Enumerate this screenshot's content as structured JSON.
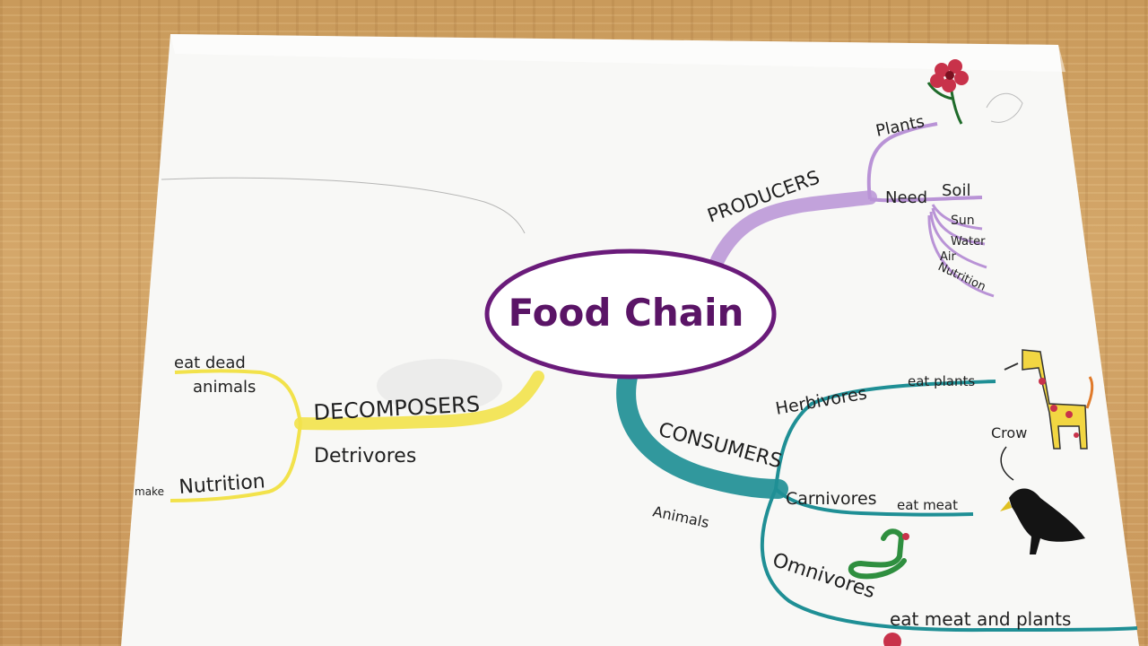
{
  "mindmap": {
    "center": "Food Chain",
    "producers": {
      "label": "PRODUCERS",
      "plants": "Plants",
      "need": "Need",
      "soil": "Soil",
      "sun": "Sun",
      "water": "Water",
      "air": "Air",
      "nutrition": "Nutrition"
    },
    "decomposers": {
      "label": "DECOMPOSERS",
      "detrivores": "Detrivores",
      "eat_dead": "eat dead",
      "animals": "animals",
      "make": "make",
      "nutrition": "Nutrition"
    },
    "consumers": {
      "label": "CONSUMERS",
      "animals": "Animals",
      "herbivores": "Herbivores",
      "herbivores_desc": "eat plants",
      "carnivores": "Carnivores",
      "carnivores_desc": "eat meat",
      "omnivores": "Omnivores",
      "omnivores_desc": "eat meat and plants",
      "crow": "Crow"
    }
  },
  "colors": {
    "center_outline": "#6a1b7a",
    "center_text": "#5a1466",
    "producers_branch": "#b993d6",
    "decomposers_branch": "#f2e24b",
    "consumers_branch": "#1f8f95",
    "paper": "#f7f7f5",
    "table": "#d0a064"
  },
  "drawings": [
    "flower-icon",
    "giraffe-icon",
    "crow-icon",
    "snake-icon"
  ]
}
